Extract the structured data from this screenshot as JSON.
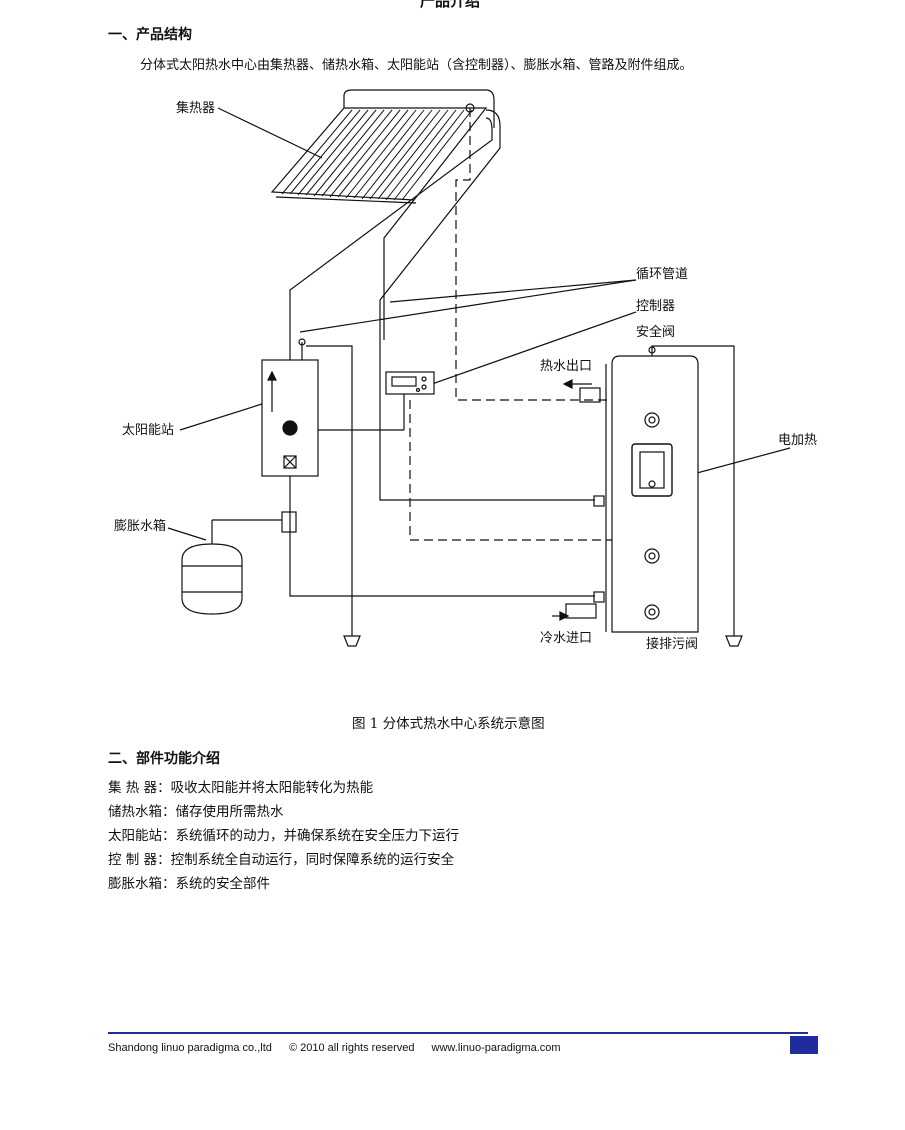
{
  "header": {
    "top_title": "产品介绍"
  },
  "section1": {
    "title": "一、产品结构",
    "intro": "分体式太阳热水中心由集热器、储热水箱、太阳能站（含控制器）、膨胀水箱、管路及附件组成。"
  },
  "diagram": {
    "labels": {
      "collector": "集热器",
      "circulation_pipe": "循环管道",
      "controller": "控制器",
      "safety_valve": "安全阀",
      "hot_water_outlet": "热水出口",
      "solar_station": "太阳能站",
      "electric_heater": "电加热",
      "expansion_tank": "膨胀水箱",
      "cold_water_inlet": "冷水进口",
      "drain_valve": "接排污阀"
    },
    "caption": "图 1 分体式热水中心系统示意图"
  },
  "section2": {
    "title": "二、部件功能介绍",
    "items": [
      {
        "name": "集 热 器：",
        "desc": "吸收太阳能并将太阳能转化为热能"
      },
      {
        "name": "储热水箱：",
        "desc": "储存使用所需热水"
      },
      {
        "name": "太阳能站：",
        "desc": "系统循环的动力，并确保系统在安全压力下运行"
      },
      {
        "name": "控 制 器：",
        "desc": "控制系统全自动运行，同时保障系统的运行安全"
      },
      {
        "name": "膨胀水箱：",
        "desc": "系统的安全部件"
      }
    ]
  },
  "footer": {
    "company": "Shandong linuo paradigma co.,ltd",
    "copyright": "© 2010 all rights reserved",
    "website": "www.linuo-paradigma.com"
  },
  "colors": {
    "footer_line": "#1f2d9c",
    "ink": "#111111"
  }
}
